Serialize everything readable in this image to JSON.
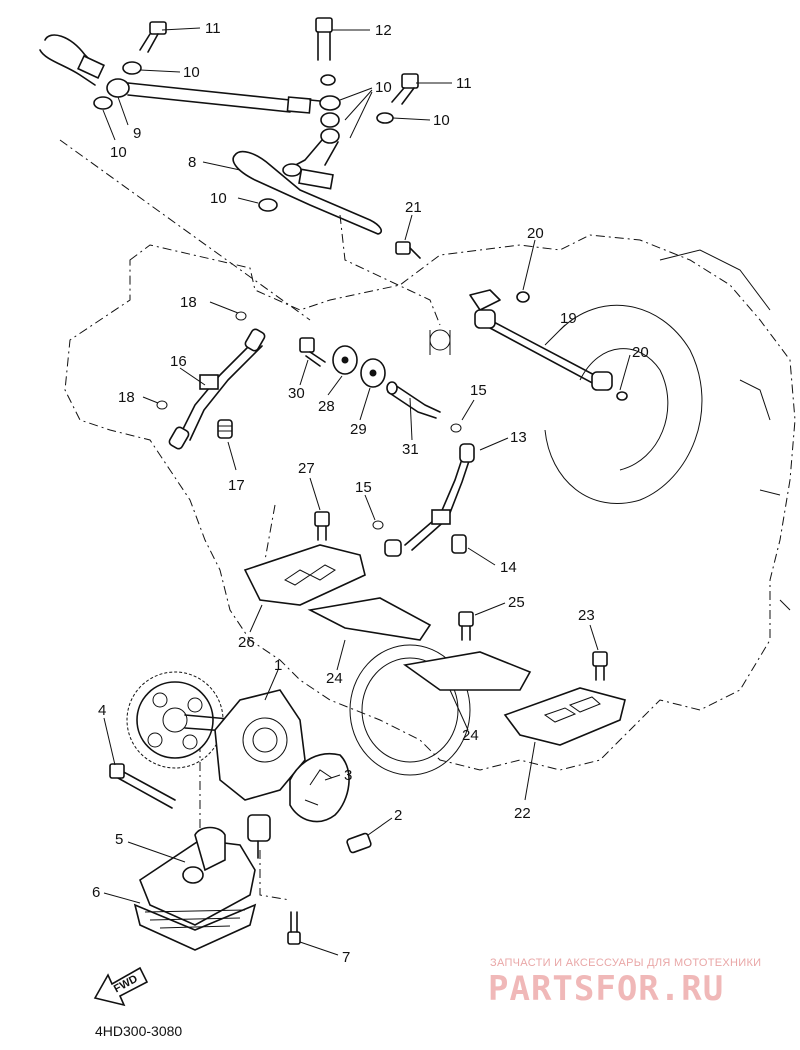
{
  "diagram": {
    "code": "4HD300-3080",
    "fwd_label": "FWD",
    "callouts": {
      "c11a": "11",
      "c12": "12",
      "c10a": "10",
      "c10b": "10",
      "c11b": "11",
      "c10c": "10",
      "c9": "9",
      "c10d": "10",
      "c8": "8",
      "c10e": "10",
      "c21": "21",
      "c20a": "20",
      "c18a": "18",
      "c19": "19",
      "c16": "16",
      "c30": "30",
      "c28": "28",
      "c20b": "20",
      "c18b": "18",
      "c15a": "15",
      "c29": "29",
      "c31": "31",
      "c13": "13",
      "c17": "17",
      "c27": "27",
      "c15b": "15",
      "c14": "14",
      "c25": "25",
      "c23": "23",
      "c26": "26",
      "c24a": "24",
      "c1": "1",
      "c4": "4",
      "c24b": "24",
      "c3": "3",
      "c2": "2",
      "c22": "22",
      "c5": "5",
      "c6": "6",
      "c7": "7"
    }
  },
  "watermark": {
    "tagline": "ЗАПЧАСТИ И АКСЕССУАРЫ ДЛЯ МОТОТЕХНИКИ",
    "brand": "PARTSFOR.RU",
    "color": "#f0b8b8"
  }
}
